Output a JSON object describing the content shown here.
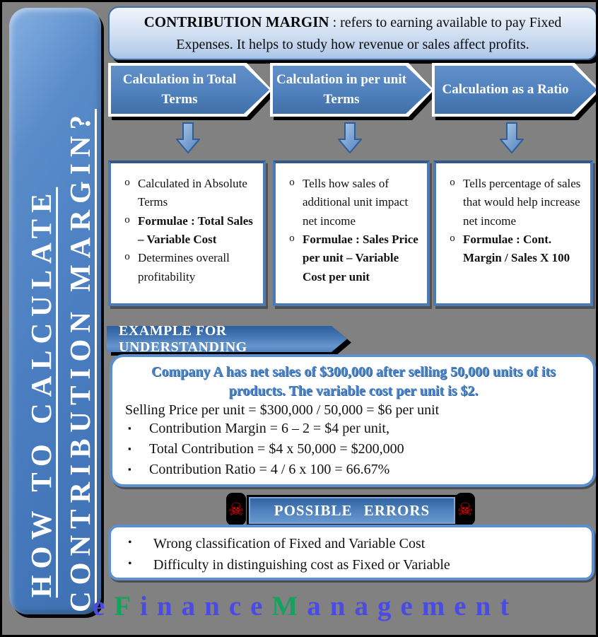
{
  "sidebar": {
    "line1": "HOW TO CALCULATE",
    "line2": "CONTRIBUTION MARGIN?"
  },
  "header": {
    "term": "CONTRIBUTION MARGIN",
    "definition": " : refers to earning available to pay Fixed Expenses. It helps to study how revenue or sales affect profits."
  },
  "flow": {
    "steps": [
      {
        "label": "Calculation in Total Terms"
      },
      {
        "label": "Calculation in per unit Terms"
      },
      {
        "label": "Calculation as a Ratio"
      }
    ]
  },
  "boxes": [
    {
      "items": [
        {
          "text": "Calculated in Absolute Terms",
          "bold": false
        },
        {
          "text": "Formulae : Total Sales – Variable Cost",
          "bold": true
        },
        {
          "text": "Determines overall profitability",
          "bold": false
        }
      ]
    },
    {
      "items": [
        {
          "text": "Tells how sales of additional unit impact net income",
          "bold": false
        },
        {
          "text": "Formulae : Sales Price per unit – Variable Cost per unit",
          "bold": true
        }
      ]
    },
    {
      "items": [
        {
          "text": "Tells percentage of sales that would help increase net income",
          "bold": false
        },
        {
          "text": "Formulae : Cont. Margin / Sales X 100",
          "bold": true
        }
      ]
    }
  ],
  "example": {
    "banner": "EXAMPLE FOR UNDERSTANDING",
    "heading": "Company A has net sales of $300,000 after selling 50,000 units of its products. The variable cost per unit is $2.",
    "intro": "Selling Price per unit = $300,000 / 50,000 = $6 per unit",
    "bullets": [
      "Contribution Margin = 6 – 2 = $4 per unit,",
      "Total Contribution = $4 x 50,000 = $200,000",
      "Contribution Ratio = 4 / 6 x 100 = 66.67%"
    ]
  },
  "errors": {
    "banner": "POSSIBLE ERRORS",
    "bullets": [
      "Wrong classification of Fixed and Variable Cost",
      "Difficulty in distinguishing cost as Fixed or Variable"
    ]
  },
  "logo": {
    "segments": [
      {
        "text": "e",
        "color": "#4a4ae4"
      },
      {
        "text": "F",
        "color": "#14a35c"
      },
      {
        "text": "inance",
        "color": "#4a4ae4"
      },
      {
        "text": "M",
        "color": "#14a35c"
      },
      {
        "text": "anagement",
        "color": "#4a4ae4"
      }
    ]
  },
  "icons": {
    "circle_bullet": "o",
    "square_bullet": "▪",
    "dot_bullet": "•",
    "skull": "☠"
  },
  "colors": {
    "background": "#818181",
    "primary_blue": "#4f81bd",
    "dark_blue_border": "#30598c",
    "light_blue_fill": "#d5e2f3",
    "heading_blue": "#4a84c8",
    "skull_red": "#ff0000",
    "logo_blue": "#4a4ae4",
    "logo_green": "#14a35c"
  }
}
